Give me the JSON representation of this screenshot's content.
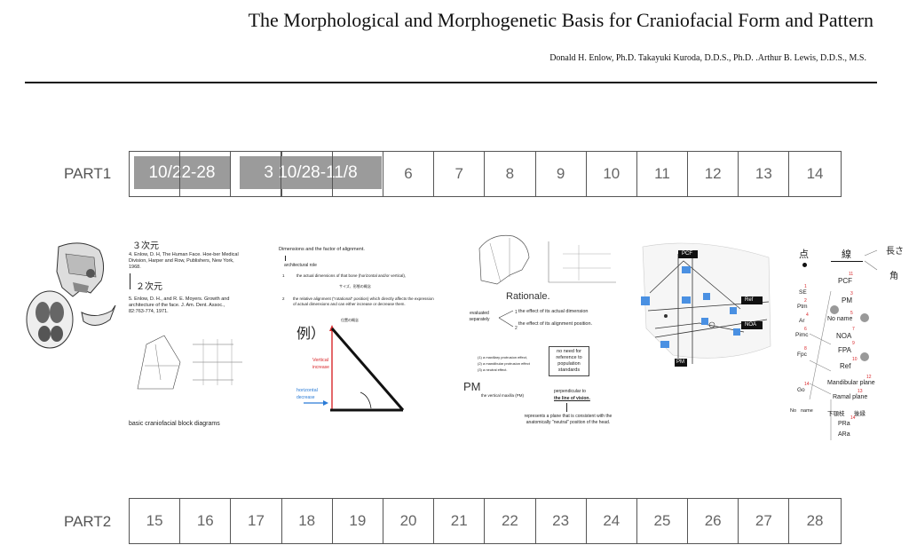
{
  "header": {
    "title": "The Morphological and Morphogenetic Basis for Craniofacial Form and Pattern",
    "authors": "Donald H. Enlow, Ph.D.   Takayuki Kuroda, D.D.S., Ph.D. .Arthur B. Lewis, D.D.S., M.S."
  },
  "part1": {
    "label": "PART1",
    "cells": [
      "",
      "",
      "",
      "",
      "",
      "6",
      "7",
      "8",
      "9",
      "10",
      "11",
      "12",
      "13",
      "14"
    ],
    "overlays": [
      "10/22-28",
      "3 10/28-11/8"
    ]
  },
  "part2": {
    "label": "PART2",
    "cells": [
      "15",
      "16",
      "17",
      "18",
      "19",
      "20",
      "21",
      "22",
      "23",
      "24",
      "25",
      "26",
      "27",
      "28"
    ]
  },
  "slides": {
    "s2": {
      "heading3d": "３次元",
      "ref4": "4.    Enlow, D. H, The Human Face. Hoe-ber Medical Division, Harper and Row, Publishers, New York, 1968.",
      "heading2d": "２次元",
      "ref5": "5.    Enlow, D. H., and R. E. Moyers. Growth and architecture of the face. J. Am. Dent. Assoc., 82:763-774, 1971.",
      "caption": "basic craniofacial block diagrams"
    },
    "s3": {
      "title": "Dimensions and the factor of alignment.",
      "role": "architectural role",
      "item1": "the actual dimensions of that bone (horizontal and/or vertical),",
      "item1_jp": "サイズ、形態の概念",
      "item2": "the relative alignment (\"rotational\" position) which directly affects the expression of actual dimensions and can either increase or decrease them.",
      "item2_jp": "位置の概念",
      "example": "例）",
      "vertical": "Vertical",
      "increase": "increase",
      "horizontal": "horizontal",
      "decrease": "decrease"
    },
    "s4": {
      "rationale": "Rationale.",
      "evaluated": "evaluated separately",
      "effect1": "the effect of its actual dimension",
      "effect2": "the effect of its alignment position.",
      "list1": "(1) a maxillary protrusion effect,",
      "list2": "(2)   a mandibular protrusion effect",
      "list3": "(3)   a neutral effect.",
      "box": "no need for reference to population standards",
      "pm": "PM",
      "pm_desc": "the vertical maxilla (PM)",
      "perp": "perpendicular to",
      "vision": "the line of vision.",
      "plane": "represents a plane that is consistent with the anatomically \"neutral\" position of the head."
    },
    "s5": {
      "pcf": "PCF",
      "ref": "Ref",
      "noa": "NOA",
      "pm": "PM"
    },
    "s6": {
      "point": "点",
      "line": "線",
      "length": "長さ",
      "angle": "角",
      "tree": [
        "SE",
        "PCF",
        "Ptm",
        "PM",
        "Ar",
        "No name",
        "Pimc",
        "NOA",
        "Fpc",
        "FPA",
        "Ref",
        "Mandibular plane",
        "Go",
        "Ramal plane",
        "No",
        "name",
        "下顎枝",
        "後縁",
        "PRa",
        "ARa"
      ],
      "nums": [
        "1",
        "11",
        "2",
        "3",
        "4",
        "5",
        "6",
        "7",
        "8",
        "9",
        "10",
        "12",
        "13",
        "14",
        "14"
      ]
    }
  }
}
